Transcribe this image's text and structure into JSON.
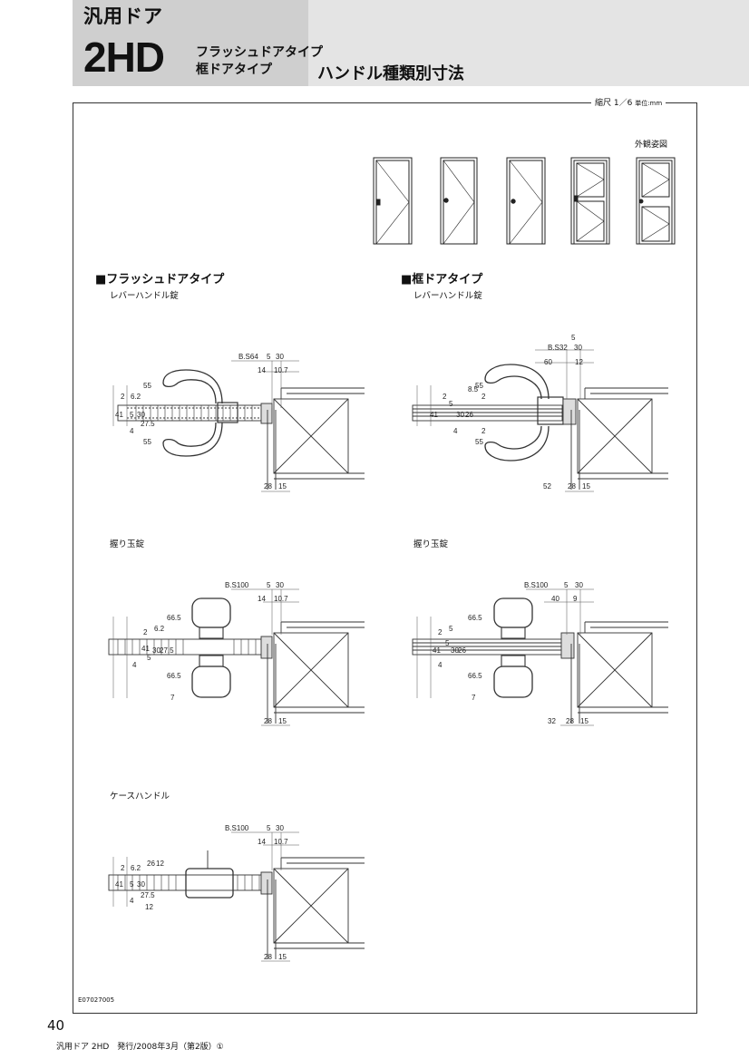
{
  "header": {
    "series": "汎用ドア",
    "model": "2HD",
    "subtype_1": "フラッシュドアタイプ",
    "subtype_2": "框ドアタイプ",
    "title": "ハンドル種類別寸法"
  },
  "scale_note": {
    "scale": "縮尺 1／6",
    "unit": "単位:mm"
  },
  "exterior": {
    "label": "外観姿図",
    "doors": [
      "flush-lever",
      "flush-knob",
      "flush-case",
      "frame-lever",
      "frame-knob"
    ]
  },
  "sections": [
    {
      "title": "■フラッシュドアタイプ",
      "first_label": "レバーハンドル錠"
    },
    {
      "title": "■框ドアタイプ",
      "first_label": "レバーハンドル錠"
    }
  ],
  "labels": {
    "knob_left": "握り玉錠",
    "knob_right": "握り玉錠",
    "case": "ケースハンドル"
  },
  "dims": {
    "flush_lever": {
      "top": [
        "B.S64",
        "5",
        "30",
        "14",
        "10.7"
      ],
      "left_outer": [
        "2",
        "41",
        "4"
      ],
      "left_inner": [
        "6.2",
        "5",
        "30",
        "27.5"
      ],
      "handle": [
        "55",
        "55"
      ],
      "bottom": [
        "28",
        "15"
      ]
    },
    "frame_lever": {
      "top": [
        "5",
        "B.S32",
        "30",
        "60",
        "12"
      ],
      "left_outer": [
        "2",
        "41",
        "4"
      ],
      "left_inner": [
        "8.5",
        "5",
        "30",
        "26"
      ],
      "handle": [
        "55",
        "2",
        "55",
        "2"
      ],
      "bottom": [
        "52",
        "28",
        "15"
      ]
    },
    "flush_knob": {
      "top": [
        "B.S100",
        "5",
        "30",
        "14",
        "10.7"
      ],
      "left_outer": [
        "2",
        "41",
        "4"
      ],
      "left_inner": [
        "6.2",
        "5",
        "30",
        "27.5"
      ],
      "handle": [
        "66.5",
        "66.5",
        "7"
      ],
      "bottom": [
        "28",
        "15"
      ]
    },
    "frame_knob": {
      "top": [
        "B.S100",
        "5",
        "30",
        "40",
        "9"
      ],
      "left_outer": [
        "2",
        "41",
        "4"
      ],
      "left_inner": [
        "5",
        "5",
        "30",
        "26"
      ],
      "handle": [
        "66.5",
        "66.5",
        "7"
      ],
      "bottom": [
        "32",
        "28",
        "15"
      ]
    },
    "flush_case": {
      "top": [
        "B.S100",
        "5",
        "30",
        "14",
        "10.7"
      ],
      "left_outer": [
        "2",
        "41",
        "4"
      ],
      "left_inner": [
        "6.2",
        "5",
        "30",
        "27.5"
      ],
      "handle": [
        "26",
        "12",
        "12"
      ],
      "bottom": [
        "28",
        "15"
      ]
    }
  },
  "doc_id": "E07027005",
  "page_number": "40",
  "footer": "汎用ドア 2HD　発行/2008年3月（第2版）①"
}
